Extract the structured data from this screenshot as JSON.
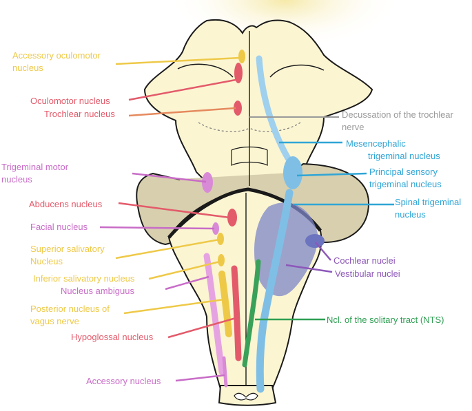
{
  "labels": {
    "accessory_oculomotor": [
      "Accessory oculomotor",
      "nucleus"
    ],
    "oculomotor": "Oculomotor nucleus",
    "trochlear": "Trochlear nucleus",
    "decussation": [
      "Decussation of the trochlear",
      "nerve"
    ],
    "mesencephalic": [
      "Mesencephalic",
      "trigeminal nucleus"
    ],
    "trigeminal_motor": [
      "Trigeminal motor",
      "nucleus"
    ],
    "principal_sensory": [
      "Principal sensory",
      "trigeminal nucleus"
    ],
    "abducens": "Abducens nucleus",
    "spinal_trigeminal": [
      "Spinal trigeminal",
      "nucleus"
    ],
    "facial": "Facial nucleus",
    "superior_salivatory": [
      "Superior salivatory",
      "Nucleus"
    ],
    "cochlear": "Cochlear nuclei",
    "inferior_salivatory": "Inferior salivatory nucleus",
    "vestibular": "Vestibular nuclei",
    "ambiguus": "Nucleus ambiguus",
    "posterior_vagus": [
      "Posterior nucleus of",
      "vagus nerve"
    ],
    "solitary": "Ncl. of the solitary tract (NTS)",
    "hypoglossal": "Hypoglossal nucleus",
    "accessory": "Accessory nucleus"
  },
  "colors": {
    "yellow": "#eec948",
    "red": "#e35a6a",
    "orange": "#e58a5e",
    "pink": "#c86cc7",
    "gray": "#9a9a9a",
    "blue": "#2fa5d6",
    "purple": "#8d57b9",
    "green": "#2e9f52",
    "brainstem_fill": "#fbf5d2",
    "cerebellar_peduncle_fill": "#d7cfae"
  }
}
